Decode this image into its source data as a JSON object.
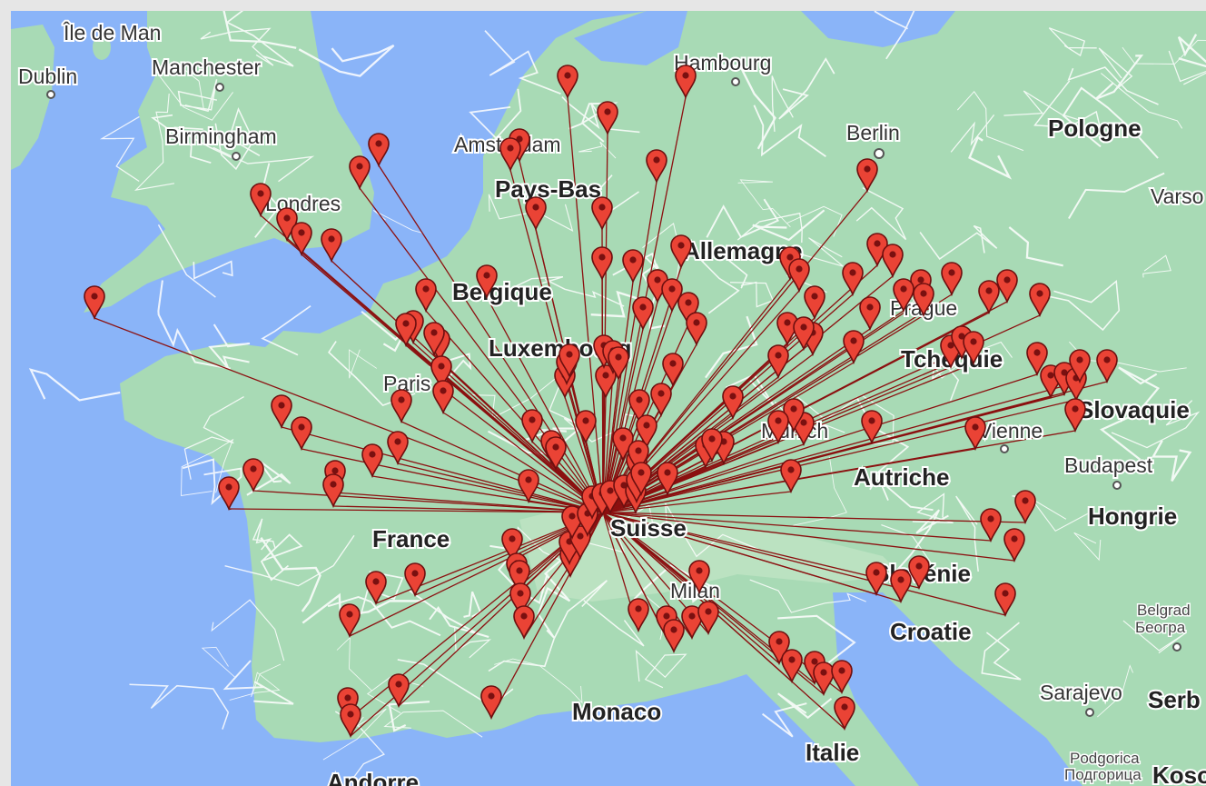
{
  "map": {
    "labels": {
      "ile_de_man": "Île de Man",
      "dublin": "Dublin",
      "manchester": "Manchester",
      "birmingham": "Birmingham",
      "londres": "Londres",
      "amsterdam": "Amsterdam",
      "pays_bas": "Pays-Bas",
      "hambourg": "Hambourg",
      "berlin": "Berlin",
      "pologne": "Pologne",
      "varsovie": "Varso",
      "allemagne": "Allemagne",
      "belgique": "Belgique",
      "luxembourg": "Luxembourg",
      "prague": "Prague",
      "tchequie": "Tchéquie",
      "paris": "Paris",
      "munich": "Munich",
      "vienne": "Vienne",
      "slovaquie": "Slovaquie",
      "budapest": "Budapest",
      "autriche": "Autriche",
      "hongrie": "Hongrie",
      "france": "France",
      "suisse": "Suisse",
      "slovenie": "Slovénie",
      "milan": "Milan",
      "croatie": "Croatie",
      "belgrade": "Belgrad",
      "belgrade_cyr": "Београ",
      "sarajevo": "Sarajevo",
      "serbie": "Serb",
      "monaco": "Monaco",
      "italie": "Italie",
      "podgorica": "Podgorica",
      "podgorica_cyr": "Подгорица",
      "kosovo": "Koso",
      "andorre": "Andorre"
    },
    "colors": {
      "water": "#8ab4f8",
      "land": "#a8dab5",
      "land_alt": "#bfe3c4",
      "road": "#ffffff",
      "line": "#8b1010",
      "marker": "#ea4335"
    },
    "hub_id": "hub-pin",
    "hub": {
      "name": "hub-pin"
    },
    "marker_icon": "map-pin-icon"
  }
}
